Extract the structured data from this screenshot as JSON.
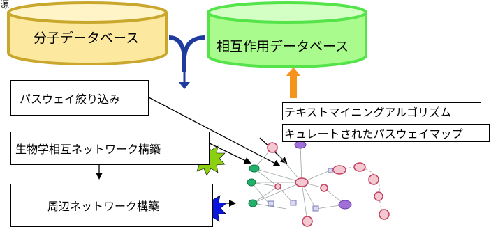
{
  "corner_text": "源",
  "databases": {
    "molecule_db": {
      "label": "分子データベース",
      "fill": "#fde8a0",
      "stroke": "#c9a72c"
    },
    "interaction_db": {
      "label": "相互作用データベース",
      "fill": "#a8fb8c",
      "stroke": "#55e34a"
    }
  },
  "boxes": {
    "pathway_filter": "パスウェイ絞り込み",
    "bio_network": "生物学相互ネットワーク構築",
    "peripheral_network": "周辺ネットワーク構築"
  },
  "sources": {
    "text_mining": "テキストマイニングアルゴリズム",
    "curated_pathway": "キュレートされたパスウェイマップ"
  },
  "colors": {
    "merge_arrow": "#1f3b9e",
    "up_arrow": "#f5931f",
    "burst_green": "#8cd10f",
    "burst_blue": "#0a16e0"
  }
}
